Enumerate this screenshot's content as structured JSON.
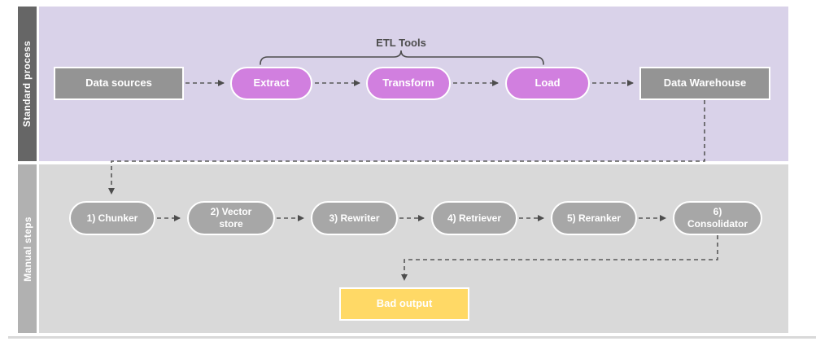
{
  "diagram": {
    "annotation": {
      "label": "ETL Tools"
    },
    "lanes": [
      {
        "label": "Standard process",
        "nodes": [
          {
            "id": "data-sources",
            "label": "Data sources",
            "shape": "rect",
            "color": "#949494"
          },
          {
            "id": "extract",
            "label": "Extract",
            "shape": "pill",
            "color": "#d17fdf"
          },
          {
            "id": "transform",
            "label": "Transform",
            "shape": "pill",
            "color": "#d17fdf"
          },
          {
            "id": "load",
            "label": "Load",
            "shape": "pill",
            "color": "#d17fdf"
          },
          {
            "id": "data-warehouse",
            "label": "Data Warehouse",
            "shape": "rect",
            "color": "#949494"
          }
        ]
      },
      {
        "label": "Manual steps",
        "nodes": [
          {
            "id": "chunker",
            "label": "1) Chunker",
            "shape": "pill",
            "color": "#a7a7a7"
          },
          {
            "id": "vector-store",
            "label": "2) Vector store",
            "shape": "pill",
            "color": "#a7a7a7"
          },
          {
            "id": "rewriter",
            "label": "3) Rewriter",
            "shape": "pill",
            "color": "#a7a7a7"
          },
          {
            "id": "retriever",
            "label": "4) Retriever",
            "shape": "pill",
            "color": "#a7a7a7"
          },
          {
            "id": "reranker",
            "label": "5) Reranker",
            "shape": "pill",
            "color": "#a7a7a7"
          },
          {
            "id": "consolidator",
            "label": "6) Consolidator",
            "shape": "pill",
            "color": "#a7a7a7"
          },
          {
            "id": "bad-output",
            "label": "Bad output",
            "shape": "rect",
            "color": "#ffd966"
          }
        ]
      }
    ],
    "colors": {
      "lane_standard_bg": "#d9d2e9",
      "lane_standard_bar": "#666666",
      "lane_manual_bg": "#d9d9d9",
      "lane_manual_bar": "#b1b1b1",
      "connector": "#595959",
      "arrowhead": "#4d4d4d",
      "magenta_pill": "#d17fdf",
      "gray_pill": "#a7a7a7",
      "gray_box": "#949494",
      "yellow_box": "#ffd966",
      "annotation_text": "#4d4d4d"
    }
  }
}
